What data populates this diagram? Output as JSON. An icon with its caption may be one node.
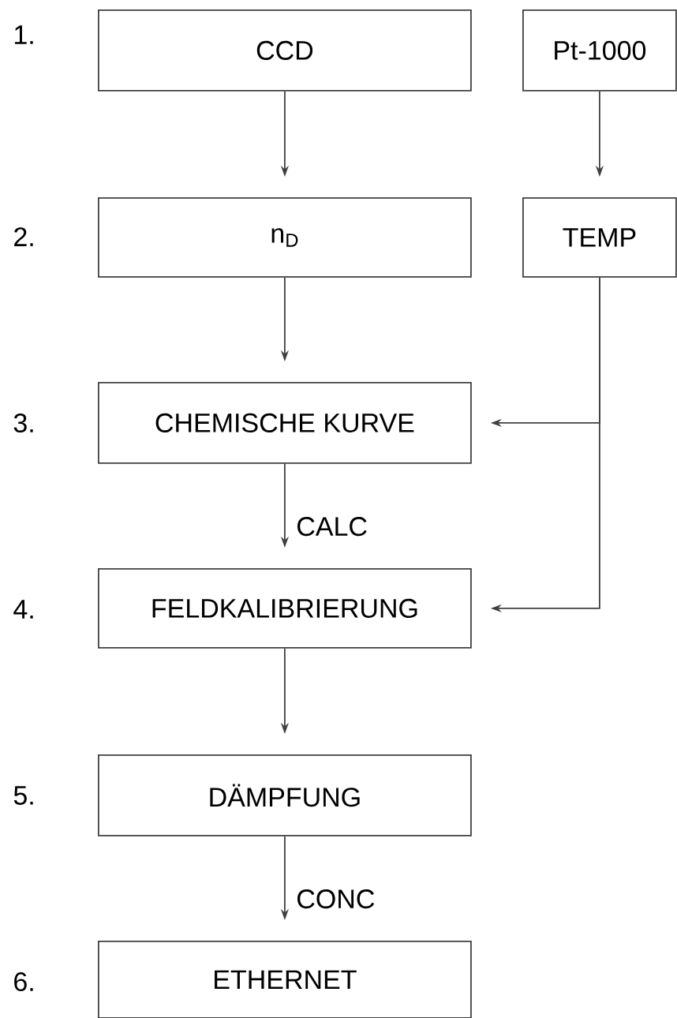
{
  "diagram": {
    "nodes": [
      {
        "text": [
          "CCD"
        ]
      },
      {
        "text": [
          "Pt-1000"
        ]
      },
      {
        "text": [
          "n$_{D}$"
        ]
      },
      {
        "text": [
          "TEMP"
        ]
      },
      {
        "text": [
          "CHEMISCHE KURVE"
        ]
      },
      {
        "text": [
          "FELDKALIBRIERUNG"
        ]
      },
      {
        "text": [
          "DÄMPFUNG"
        ]
      },
      {
        "text": [
          "ETHERNET"
        ]
      }
    ],
    "edges": [
      {
        "from": 0,
        "to": 2,
        "arrow": "to"
      },
      {
        "from": 1,
        "to": 3,
        "arrow": "to"
      },
      {
        "from": 2,
        "to": 4,
        "arrow": "to"
      },
      {
        "from": 3,
        "to": 4,
        "arrow": "to"
      },
      {
        "from": 4,
        "to": 5,
        "arrow": "to",
        "label": "CALC"
      },
      {
        "from": 3,
        "to": 5,
        "arrow": "to"
      },
      {
        "from": 5,
        "to": 6,
        "arrow": "to"
      },
      {
        "from": 6,
        "to": 7,
        "arrow": "to",
        "label": "CONC"
      }
    ],
    "labels": [
      "1.",
      "2.",
      "3.",
      "4.",
      "5.",
      "6."
    ]
  }
}
